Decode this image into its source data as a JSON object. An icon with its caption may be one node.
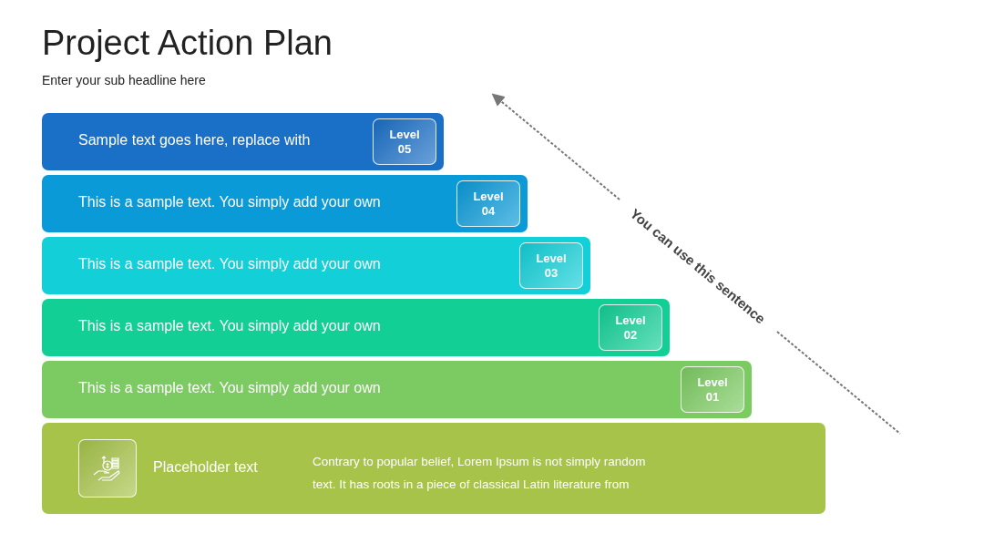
{
  "diagram": {
    "title": "Project Action Plan",
    "nodes": [
      {
        "text": [
          "Sample text goes here, replace with"
        ]
      },
      {
        "text": [
          "Level 05"
        ],
        "in": 0
      },
      {
        "text": [
          "This is a sample text. You simply add your own"
        ]
      },
      {
        "text": [
          "Level 04"
        ],
        "in": 2
      },
      {
        "text": [
          "This is a sample text. You simply add your own"
        ]
      },
      {
        "text": [
          "Level 03"
        ],
        "in": 4
      },
      {
        "text": [
          "This is a sample text. You simply add your own"
        ]
      },
      {
        "text": [
          "Level 02"
        ],
        "in": 6
      },
      {
        "text": [
          "This is a sample text. You simply add your own"
        ]
      },
      {
        "text": [
          "Level 01"
        ],
        "in": 8
      },
      {
        "text": [
          "Placeholder text",
          "Contrary to popular belief, Lorem Ipsum is not simply random text. It has roots in a piece of classical Latin literature from"
        ]
      },
      {
        "text": [],
        "shape": "box",
        "in": 10
      }
    ],
    "edges": [],
    "labels": [
      "Enter your sub headline here",
      "You can use this sentence"
    ]
  }
}
